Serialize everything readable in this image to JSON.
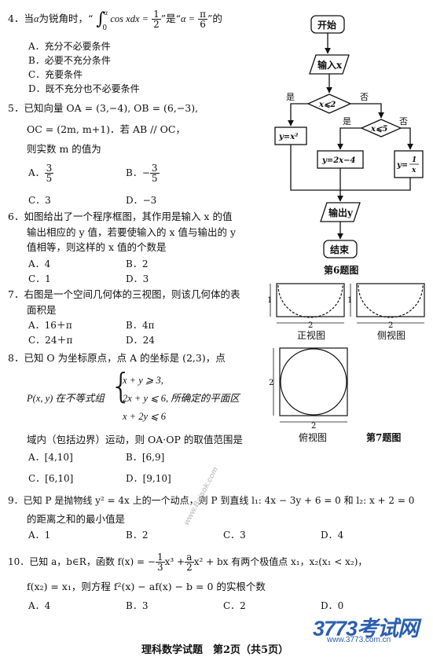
{
  "q4": {
    "stem_a": "4．当",
    "stem_b": "为锐角时，“",
    "stem_c": "”是“",
    "stem_d": "”的",
    "alpha": "α",
    "integral": "∫",
    "upper": "α",
    "lower": "0",
    "integrand": "cos xdx =",
    "half_n": "1",
    "half_d": "2",
    "alpha_eq": "α =",
    "pi_n": "π",
    "pi_d": "6",
    "options": [
      "A．充分不必要条件",
      "B．必要不充分条件",
      "C．充要条件",
      "D．既不充分也不必要条件"
    ]
  },
  "q5": {
    "line1": "5．已知向量 OA = (3,−4), OB = (6,−3),",
    "line2": "OC = (2m, m+1)．若 AB // OC，",
    "line3": "则实数 m 的值为",
    "optA": "A．",
    "optA_n": "3",
    "optA_d": "5",
    "optB": "B．−",
    "optB_n": "3",
    "optB_d": "5",
    "optC": "C．3",
    "optD": "D．−3"
  },
  "q6": {
    "line1": "6．如图给出了一个程序框图，其作用是输入 x 的值",
    "line2": "输出相应的 y 值，若要使输入的 x 值与输出的 y",
    "line3": "值相等，则这样的 x 值的个数是",
    "options": [
      "A．4",
      "B．2",
      "C．1",
      "D．3"
    ]
  },
  "q7": {
    "line1": "7．右图是一个空间几何体的三视图，则该几何体的表",
    "line2": "面积是",
    "options": [
      "A．16＋π",
      "B．4π",
      "C．24＋π",
      "D．24"
    ]
  },
  "q8": {
    "line1": "8．已知 O 为坐标原点，点 A 的坐标是 (2,3)，点",
    "p_label": "P(x, y) 在不等式组",
    "ineq1": "x + y ⩾ 3,",
    "ineq2": "2x + y ⩽ 6, 所确定的平面区",
    "ineq3": "x + 2y ⩽ 6",
    "line3": "域内（包括边界）运动，则 OA·OP 的取值范围是",
    "options": [
      "A．[4,10]",
      "B．[6,9]",
      "C．[6,10]",
      "D．[9,10]"
    ]
  },
  "q9": {
    "line1": "9．已知 P 是抛物线 y² = 4x 上的一个动点，则 P 到直线 l₁: 4x − 3y + 6 = 0 和 l₂: x + 2 = 0",
    "line2": "的距离之和的最小值是",
    "options": [
      "A．1",
      "B．2",
      "C．3",
      "D．4"
    ]
  },
  "q10": {
    "line1a": "10．已知 a，b∈R，函数 f(x) = −",
    "f1_n": "1",
    "f1_d": "3",
    "line1b": "x³ +",
    "f2_n": "a",
    "f2_d": "2",
    "line1c": "x² + bx 有两个极值点 x₁，x₂(x₁ < x₂)，",
    "line2": "f(x₂) = x₁，则方程 f²(x) − af(x) − b = 0 的实根个数",
    "options": [
      "A．4",
      "B．3",
      "C．2",
      "D．0"
    ]
  },
  "flowchart": {
    "start": "开始",
    "input": "输入x",
    "cond1": "x⩽2",
    "yes": "是",
    "no": "否",
    "cond2": "x⩽5",
    "y1": "y=x²",
    "y2": "y=2x−4",
    "y3_prefix": "y=",
    "y3_n": "1",
    "y3_d": "x",
    "output": "输出y",
    "end": "结束",
    "caption": "第6题图"
  },
  "views": {
    "front": "正视图",
    "side": "侧视图",
    "top": "俯视图",
    "caption": "第7题图",
    "dim1": "1",
    "dim2": "2"
  },
  "footer": "理科数学试题　第2页（共5页）",
  "watermark": {
    "logo": "3773考试网",
    "url": "www.3773.com.cn",
    "center": "www.Baisok.com"
  },
  "colors": {
    "ink": "#111111",
    "watermark_blue": "#2b5fae",
    "watermark_gray": "#bfbfbf"
  }
}
